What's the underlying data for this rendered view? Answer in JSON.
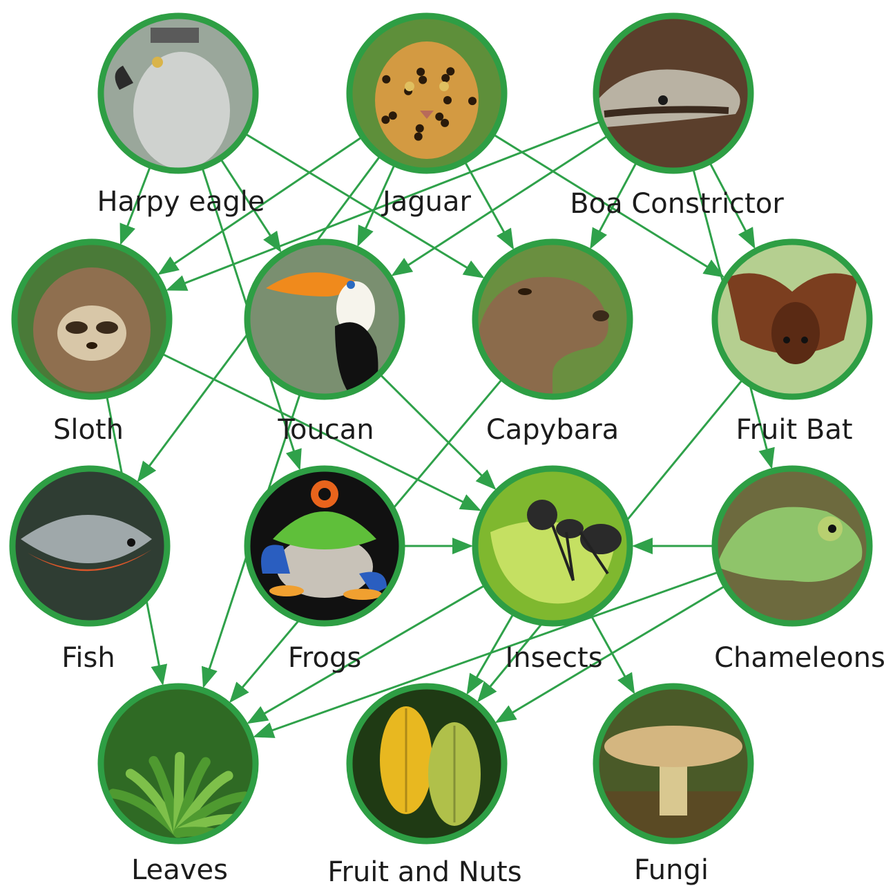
{
  "colors": {
    "ring": "#2e9e44",
    "arrow": "#2fa14a",
    "label": "#1c1c1c",
    "background": "#ffffff"
  },
  "nodes": [
    {
      "id": "harpy",
      "label": "Harpy eagle",
      "icon": "eagle-photo",
      "bg": "#9aa79b",
      "fg": "#e8e8e6"
    },
    {
      "id": "jaguar",
      "label": "Jaguar",
      "icon": "jaguar-photo",
      "bg": "#5e8f3a",
      "fg": "#d4a048"
    },
    {
      "id": "boa",
      "label": "Boa Constrictor",
      "icon": "snake-photo",
      "bg": "#5b3f2c",
      "fg": "#b8b0a0"
    },
    {
      "id": "sloth",
      "label": "Sloth",
      "icon": "sloth-photo",
      "bg": "#4a7a38",
      "fg": "#9a7a58"
    },
    {
      "id": "toucan",
      "label": "Toucan",
      "icon": "toucan-photo",
      "bg": "#7a8f70",
      "fg": "#111111"
    },
    {
      "id": "capybara",
      "label": "Capybara",
      "icon": "capybara-photo",
      "bg": "#6a8f40",
      "fg": "#8a6a4a"
    },
    {
      "id": "bat",
      "label": "Fruit Bat",
      "icon": "bat-photo",
      "bg": "#b5cf90",
      "fg": "#6b3a1e"
    },
    {
      "id": "fish",
      "label": "Fish",
      "icon": "fish-photo",
      "bg": "#2f3d33",
      "fg": "#9aa5a8"
    },
    {
      "id": "frog",
      "label": "Frogs",
      "icon": "frog-photo",
      "bg": "#111111",
      "fg": "#5fbf3a"
    },
    {
      "id": "insects",
      "label": "Insects",
      "icon": "ant-photo",
      "bg": "#7fb82f",
      "fg": "#222222"
    },
    {
      "id": "chameleon",
      "label": "Chameleons",
      "icon": "chameleon-photo",
      "bg": "#6d6a3e",
      "fg": "#8fc46a"
    },
    {
      "id": "leaves",
      "label": "Leaves",
      "icon": "leaves-photo",
      "bg": "#2f6a24",
      "fg": "#5fa83a"
    },
    {
      "id": "fruit",
      "label": "Fruit and Nuts",
      "icon": "fruit-photo",
      "bg": "#1f3a14",
      "fg": "#e8b820"
    },
    {
      "id": "fungi",
      "label": "Fungi",
      "icon": "mushroom-photo",
      "bg": "#4a5a28",
      "fg": "#c9a86a"
    }
  ],
  "edges": [
    [
      "harpy",
      "sloth"
    ],
    [
      "harpy",
      "toucan"
    ],
    [
      "harpy",
      "capybara"
    ],
    [
      "harpy",
      "frog"
    ],
    [
      "jaguar",
      "sloth"
    ],
    [
      "jaguar",
      "toucan"
    ],
    [
      "jaguar",
      "capybara"
    ],
    [
      "jaguar",
      "bat"
    ],
    [
      "jaguar",
      "fish"
    ],
    [
      "boa",
      "sloth"
    ],
    [
      "boa",
      "toucan"
    ],
    [
      "boa",
      "capybara"
    ],
    [
      "boa",
      "bat"
    ],
    [
      "boa",
      "chameleon"
    ],
    [
      "sloth",
      "leaves"
    ],
    [
      "sloth",
      "insects"
    ],
    [
      "toucan",
      "leaves"
    ],
    [
      "toucan",
      "insects"
    ],
    [
      "capybara",
      "leaves"
    ],
    [
      "bat",
      "fruit"
    ],
    [
      "frog",
      "insects"
    ],
    [
      "chameleon",
      "insects"
    ],
    [
      "chameleon",
      "leaves"
    ],
    [
      "chameleon",
      "fruit"
    ],
    [
      "insects",
      "leaves"
    ],
    [
      "insects",
      "fruit"
    ],
    [
      "insects",
      "fungi"
    ]
  ]
}
